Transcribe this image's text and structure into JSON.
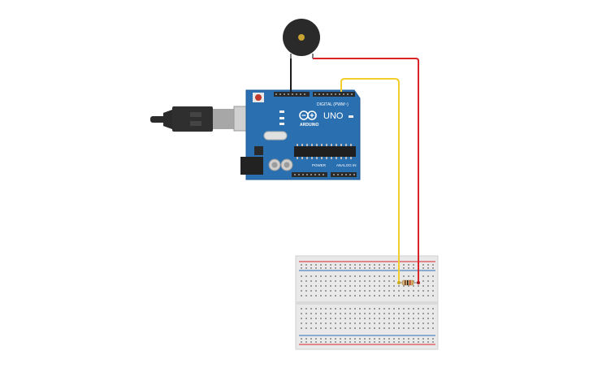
{
  "board": {
    "brand": "ARDUINO",
    "model": "UNO",
    "digital_label": "DIGITAL (PWM~)",
    "power_label": "POWER",
    "analog_label": "ANALOG IN",
    "colors": {
      "pcb": "#2a6fb0",
      "pcb_edge": "#1d5a95"
    }
  },
  "components": {
    "buzzer": "piezo-buzzer",
    "resistor": "resistor",
    "usb_cable": "usb-b-cable",
    "breadboard": "breadboard"
  },
  "wires": {
    "signal_color": "#f2cd2b",
    "power_color": "#d9232a",
    "ground_color": "#1a1a1a"
  },
  "breadboard": {
    "rail_colors": {
      "positive": "#d9232a",
      "negative": "#2b6cb5"
    }
  }
}
